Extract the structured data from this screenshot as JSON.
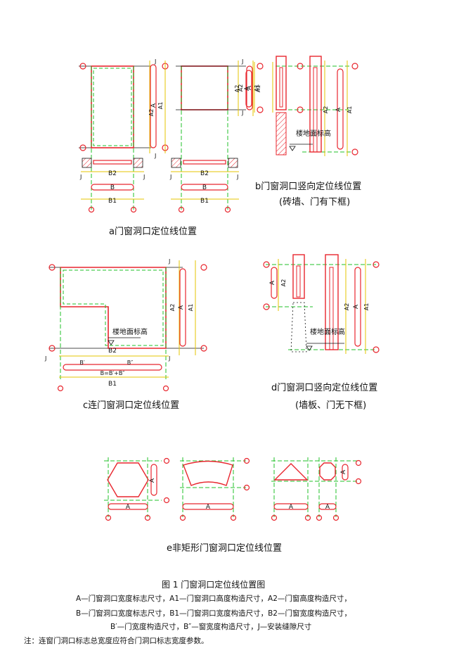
{
  "labels": {
    "A": "A",
    "A1": "A1",
    "A2": "A2",
    "B": "B",
    "B1": "B1",
    "B2": "B2",
    "J": "J",
    "Bp": "B′",
    "Bpp": "B″",
    "Bsum": "B=B′+B″",
    "floor": "楼地面标高"
  },
  "captions": {
    "a": "a门窗洞口定位线位置",
    "b1": "b门窗洞口竖向定位线位置",
    "b2": "(砖墙、门有下框)",
    "c": "c连门窗洞口定位线位置",
    "d1": "d门窗洞口竖向定位线位置",
    "d2": "(墙板、门无下框)",
    "e": "e非矩形门窗洞口定位线位置"
  },
  "figure": {
    "title": "图 1   门窗洞口定位线位置图",
    "legend": [
      "A—门窗洞口宽度标志尺寸，A1—门窗洞口高度构造尺寸，A2—门窗高度构造尺寸，",
      "B—门窗洞口宽度标志尺寸，B1—门窗洞口宽度构造尺寸，B2—门窗宽度构造尺寸，",
      "B′—门宽度构造尺寸，B″—窗宽度构造尺寸，J—安装缝隙尺寸"
    ],
    "note": "注：连窗门洞口标志总宽度应符合门洞口标志宽度参数。"
  },
  "colors": {
    "red": "#e8262e",
    "green": "#22c02a",
    "yellow": "#e6c500",
    "black": "#111111"
  }
}
